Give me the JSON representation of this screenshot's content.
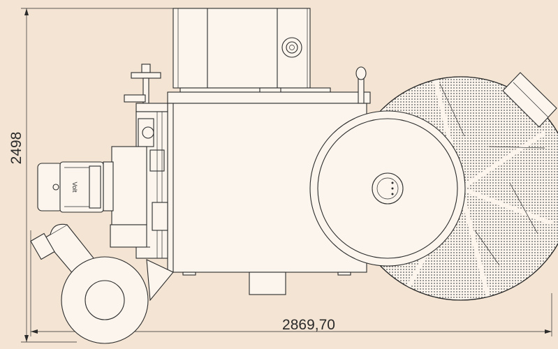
{
  "drawing": {
    "dim_height": "2498",
    "dim_width": "2869,70",
    "motor_label": "Volt"
  },
  "colors": {
    "background": "#f3e4d3",
    "line": "#2b2b2b",
    "fill": "#fbf5ee"
  }
}
